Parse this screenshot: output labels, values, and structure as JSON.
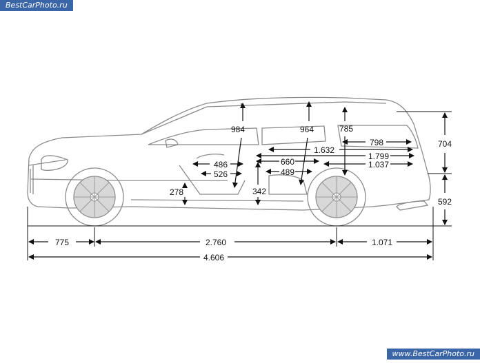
{
  "watermark": {
    "top": "BestCarPhoto.ru",
    "bottom": "www.BestCarPhoto.ru"
  },
  "dimensions": {
    "front_overhang": "775",
    "wheelbase": "2.760",
    "rear_overhang": "1.071",
    "overall_length": "4.606",
    "rear_upper_height": "704",
    "rear_lower_height": "592",
    "front_headroom": "984",
    "rear_headroom": "964",
    "cargo_height": "785",
    "cargo_floor_798": "798",
    "length_1632": "1.632",
    "length_1799": "1.799",
    "length_1037": "1.037",
    "front_legroom_486": "486",
    "front_legroom_526": "526",
    "rear_legroom_660": "660",
    "rear_legroom_489": "489",
    "front_seat_height": "278",
    "rear_seat_height": "342"
  },
  "colors": {
    "line": "#111111",
    "car_outline": "#8a8a8a",
    "wheel_fill": "#d8d8d8",
    "watermark_bg": "#3a66a8"
  }
}
